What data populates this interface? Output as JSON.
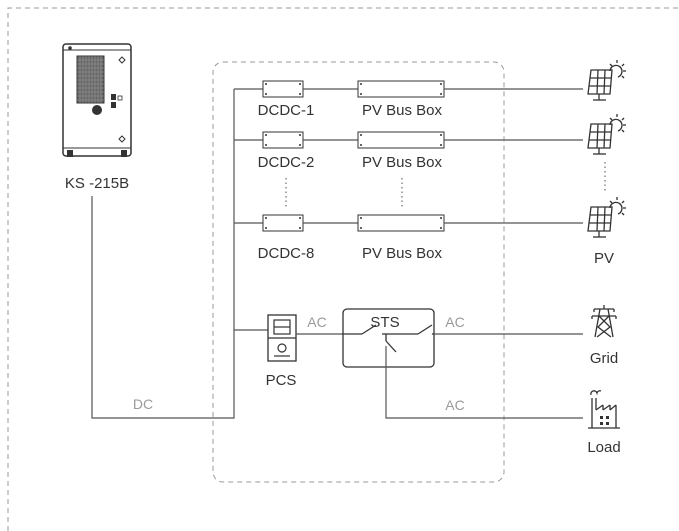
{
  "devices": {
    "battery_label": "KS -215B",
    "dcdc_labels": [
      "DCDC-1",
      "DCDC-2",
      "DCDC-8"
    ],
    "pv_bus_box_labels": [
      "PV Bus Box",
      "PV Bus Box",
      "PV Bus Box"
    ],
    "pcs_label": "PCS",
    "sts_label": "STS",
    "pv_label": "PV",
    "grid_label": "Grid",
    "load_label": "Load"
  },
  "connections": {
    "dc_label": "DC",
    "ac_pcs_sts": "AC",
    "ac_sts_grid": "AC",
    "ac_load": "AC"
  },
  "colors": {
    "line": "#555555",
    "text": "#333333",
    "muted_text": "#9a9a9a",
    "dashed_border": "#9a9a9a"
  }
}
